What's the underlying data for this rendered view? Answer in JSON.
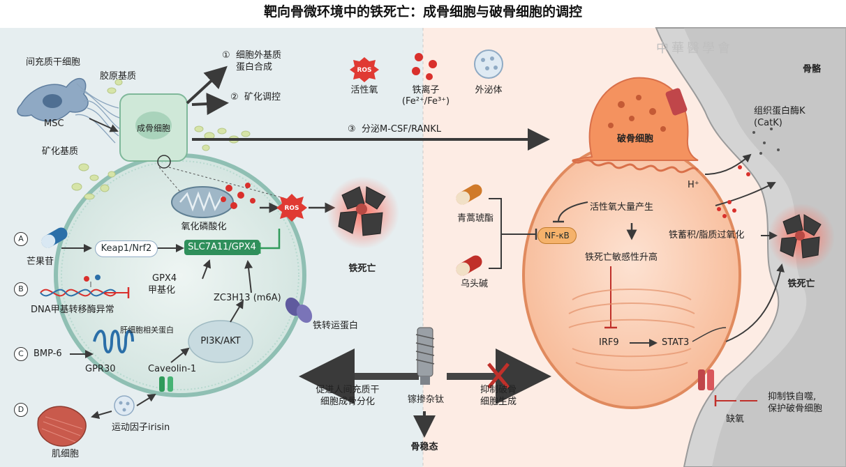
{
  "title": "靶向骨微环境中的铁死亡：成骨细胞与破骨细胞的调控",
  "watermark": "中華醫學會",
  "legend": {
    "ros_badge": "ROS",
    "ros": "活性氧",
    "iron_ion": "铁离子",
    "iron_formula": "(Fe²⁺/Fe³⁺)",
    "exosome": "外泌体"
  },
  "left": {
    "msc_full": "间充质干细胞",
    "collagen": "胶原基质",
    "msc": "MSC",
    "osteoblast": "成骨细胞",
    "mineral_matrix": "矿化基质",
    "out1_num": "①",
    "out1_line1": "细胞外基质",
    "out1_line2": "蛋白合成",
    "out2_num": "②",
    "out2": "矿化调控",
    "out3_num": "③",
    "out3": "分泌M-CSF/RANKL",
    "oxphos": "氧化磷酸化",
    "ros_badge": "ROS",
    "ferroptosis": "铁死亡",
    "keap": "Keap1/Nrf2",
    "slc": "SLC7A11/GPX4",
    "gpx4_line1": "GPX4",
    "gpx4_line2": "甲基化",
    "zc3h13": "ZC3H13 (m6A)",
    "iron_transporter": "铁转运蛋白",
    "pi3k": "PI3K/AKT",
    "caveolin": "Caveolin-1",
    "hepcidin": "肝细胞相关蛋白",
    "gpr30": "GPR30",
    "a": "A",
    "a_label": "芒果苷",
    "b": "B",
    "b_label": "DNA甲基转移酶异常",
    "c": "C",
    "c_label": "BMP-6",
    "d": "D",
    "d_label": "肌细胞",
    "irisin": "运动因子irisin"
  },
  "center": {
    "promote_line1": "促进人间充质干",
    "promote_line2": "细胞成骨分化",
    "implant": "镓掺杂钛",
    "inhibit_line1": "抑制破骨",
    "inhibit_line2": "细胞生成",
    "homeostasis": "骨稳态"
  },
  "right": {
    "bone": "骨骼",
    "osteoclast": "破骨细胞",
    "catk_line1": "组织蛋白酶K",
    "catk_line2": "(CatK)",
    "h_plus": "H⁺",
    "artesunate": "青蒿琥酯",
    "aconitine": "乌头碱",
    "nfkb": "NF-κB",
    "ros_burst": "活性氧大量产生",
    "sensitivity": "铁死亡敏感性升高",
    "iron_lipid": "铁蓄积/脂质过氧化",
    "irf9": "IRF9",
    "stat3": "STAT3",
    "ferroptosis": "铁死亡",
    "autophagy_line1": "抑制铁自噬,",
    "autophagy_line2": "保护破骨细胞",
    "hypoxia": "缺氧"
  },
  "colors": {
    "left_bg": "#e6eef0",
    "right_bg": "#fdece4",
    "osteoblast_fill": "#cfe8d8",
    "osteoblast_stroke": "#7fb89a",
    "osteoclast_fill": "#f6b08e",
    "osteoclast_stroke": "#e07a52",
    "ros_red": "#d9302c",
    "slc_green": "#2f8f5b",
    "arrow": "#3a3a3a"
  }
}
